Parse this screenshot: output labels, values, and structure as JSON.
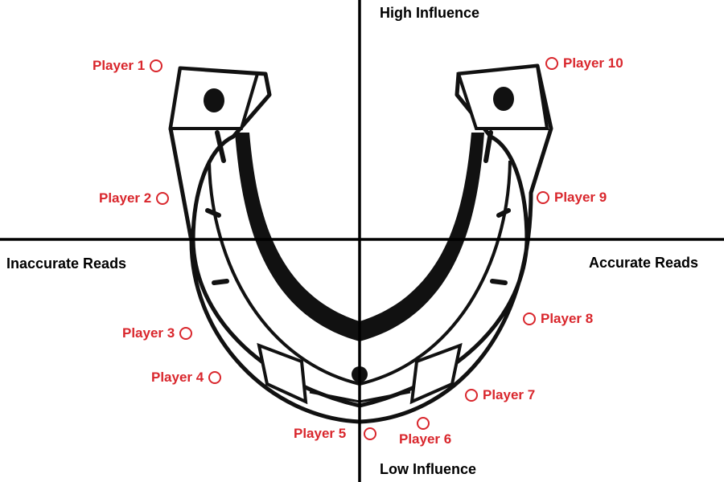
{
  "axes": {
    "top": "High Influence",
    "bottom": "Low Influence",
    "left": "Inaccurate Reads",
    "right": "Accurate Reads"
  },
  "players": [
    {
      "name": "Player 1"
    },
    {
      "name": "Player 2"
    },
    {
      "name": "Player 3"
    },
    {
      "name": "Player 4"
    },
    {
      "name": "Player 5"
    },
    {
      "name": "Player 6"
    },
    {
      "name": "Player 7"
    },
    {
      "name": "Player 8"
    },
    {
      "name": "Player 9"
    },
    {
      "name": "Player 10"
    }
  ],
  "colors": {
    "player": "#d9262c",
    "axis": "#000000",
    "horseshoe": "#111111"
  },
  "icons": {
    "center": "horseshoe-icon",
    "player_marker": "circle-marker-icon"
  }
}
